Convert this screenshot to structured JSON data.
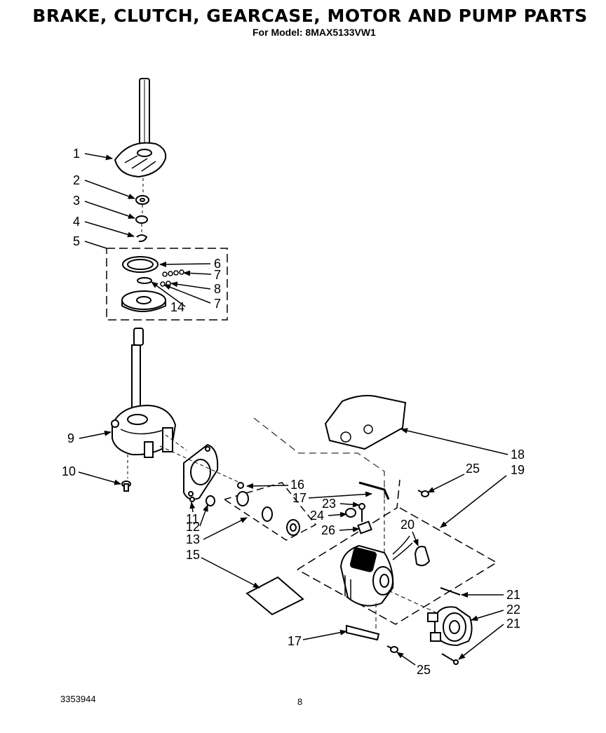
{
  "header": {
    "title": "BRAKE, CLUTCH, GEARCASE, MOTOR AND PUMP PARTS",
    "subtitle": "For Model: 8MAX5133VW1"
  },
  "footer": {
    "doc_number": "3353944",
    "page_number": "8"
  },
  "callouts": [
    {
      "id": "c1",
      "label": "1"
    },
    {
      "id": "c2",
      "label": "2"
    },
    {
      "id": "c3",
      "label": "3"
    },
    {
      "id": "c4",
      "label": "4"
    },
    {
      "id": "c5",
      "label": "5"
    },
    {
      "id": "c6",
      "label": "6"
    },
    {
      "id": "c7a",
      "label": "7"
    },
    {
      "id": "c8",
      "label": "8"
    },
    {
      "id": "c7b",
      "label": "7"
    },
    {
      "id": "c14",
      "label": "14"
    },
    {
      "id": "c9",
      "label": "9"
    },
    {
      "id": "c10",
      "label": "10"
    },
    {
      "id": "c11",
      "label": "11"
    },
    {
      "id": "c12",
      "label": "12"
    },
    {
      "id": "c13",
      "label": "13"
    },
    {
      "id": "c15",
      "label": "15"
    },
    {
      "id": "c16",
      "label": "16"
    },
    {
      "id": "c17a",
      "label": "17"
    },
    {
      "id": "c23",
      "label": "23"
    },
    {
      "id": "c24",
      "label": "24"
    },
    {
      "id": "c26",
      "label": "26"
    },
    {
      "id": "c18",
      "label": "18"
    },
    {
      "id": "c19",
      "label": "19"
    },
    {
      "id": "c25a",
      "label": "25"
    },
    {
      "id": "c20",
      "label": "20"
    },
    {
      "id": "c21a",
      "label": "21"
    },
    {
      "id": "c22",
      "label": "22"
    },
    {
      "id": "c21b",
      "label": "21"
    },
    {
      "id": "c17b",
      "label": "17"
    },
    {
      "id": "c25b",
      "label": "25"
    }
  ]
}
